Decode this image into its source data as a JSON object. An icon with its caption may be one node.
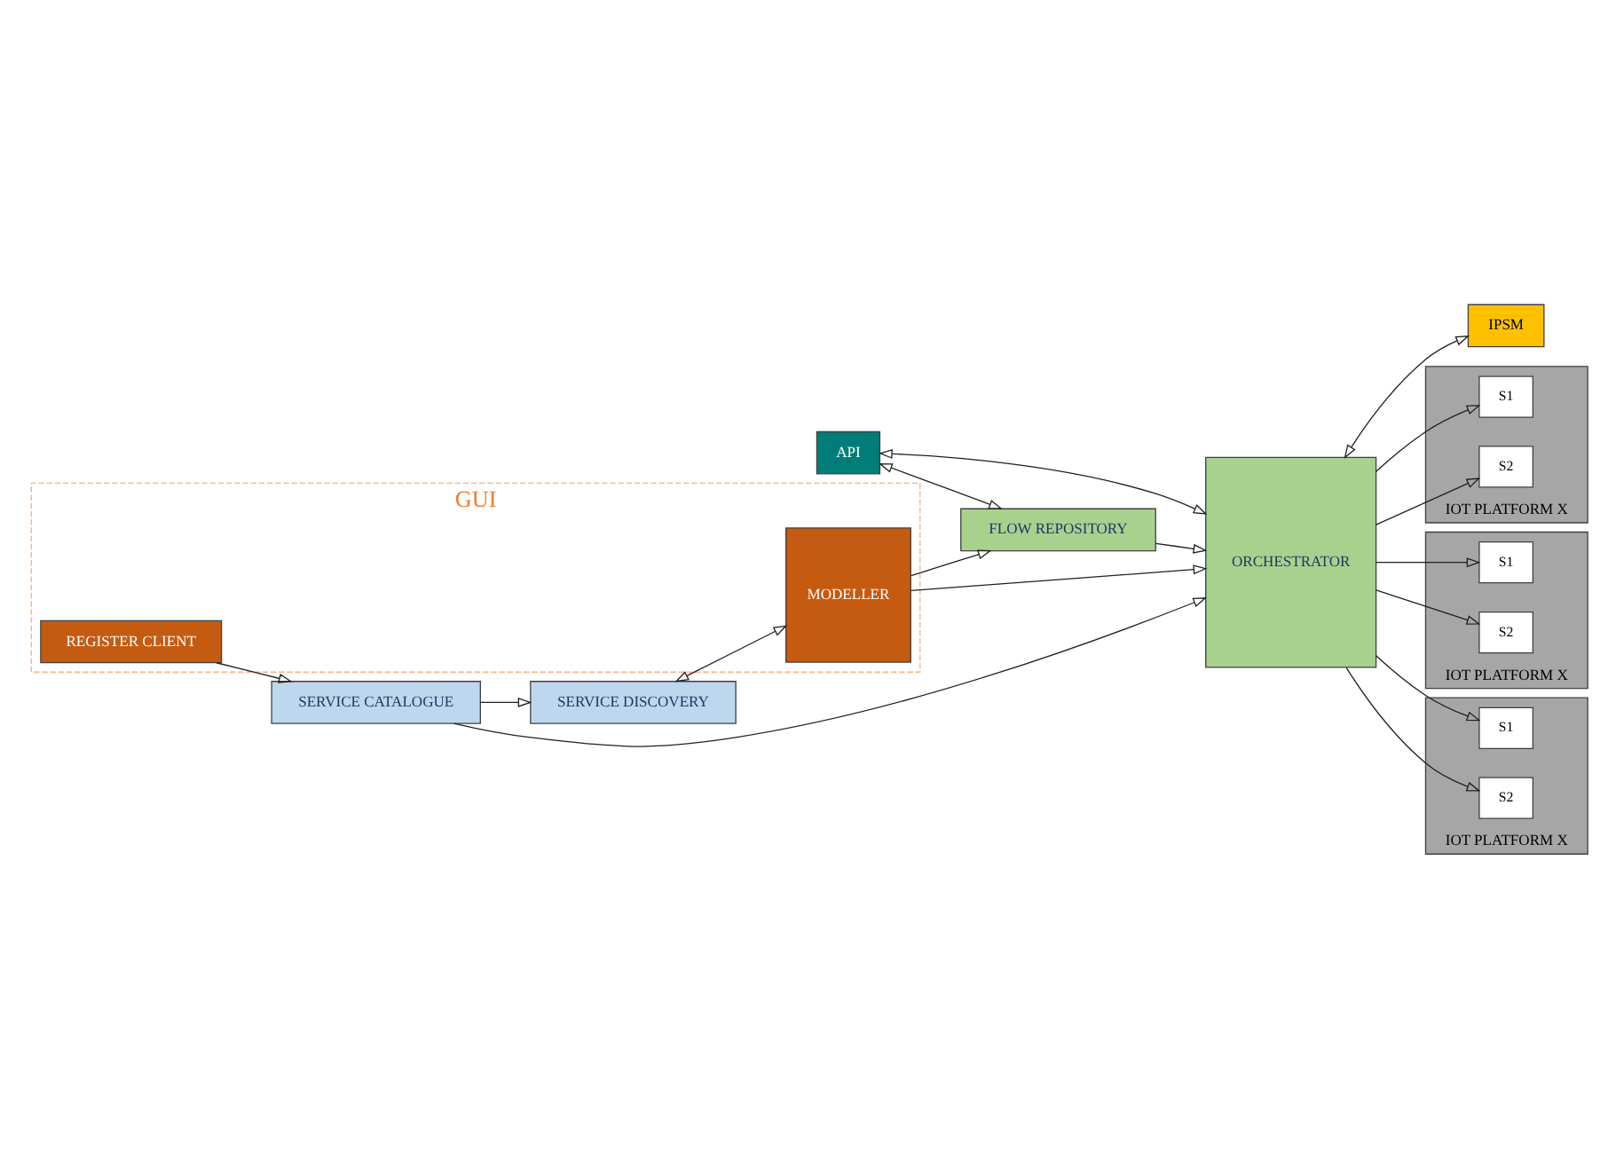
{
  "diagram": {
    "nodes": [
      {
        "text": [
          "API"
        ]
      },
      {
        "text": [
          "GUI"
        ]
      },
      {
        "text": [
          "MODELLER"
        ],
        "in": 1
      },
      {
        "text": [
          "REGISTER CLIENT"
        ],
        "in": 1
      },
      {
        "text": [
          "SERVICE DISCOVERY"
        ]
      },
      {
        "text": [
          "SERVICE CATALOGUE"
        ]
      },
      {
        "text": [
          "FLOW REPOSITORY"
        ]
      },
      {
        "text": [
          "ORCHESTRATOR"
        ]
      },
      {
        "text": [
          "IPSM"
        ]
      },
      {
        "text": [
          "IOT PLATFORM X"
        ]
      },
      {
        "text": [
          "S1"
        ],
        "in": 9
      },
      {
        "text": [
          "S2"
        ],
        "in": 9
      },
      {
        "text": [
          "IOT PLATFORM X"
        ]
      },
      {
        "text": [
          "S1"
        ],
        "in": 12
      },
      {
        "text": [
          "S2"
        ],
        "in": 12
      },
      {
        "text": [
          "IOT PLATFORM X"
        ]
      },
      {
        "text": [
          "S1"
        ],
        "in": 15
      },
      {
        "text": [
          "S2"
        ],
        "in": 15
      }
    ],
    "edges": [
      {
        "from": 0,
        "to": 6,
        "arrow": "both"
      },
      {
        "from": 0,
        "to": 7,
        "arrow": "both"
      },
      {
        "from": 4,
        "to": 2,
        "arrow": "both"
      },
      {
        "from": 5,
        "to": 4,
        "arrow": "to"
      },
      {
        "from": 2,
        "to": 6,
        "arrow": "to"
      },
      {
        "from": 6,
        "to": 7,
        "arrow": "to"
      },
      {
        "from": 2,
        "to": 7,
        "arrow": "to"
      },
      {
        "from": 5,
        "to": 7,
        "arrow": "to"
      },
      {
        "from": 3,
        "to": 5,
        "arrow": "to"
      },
      {
        "from": 7,
        "to": 8,
        "arrow": "both"
      },
      {
        "from": 7,
        "to": 10,
        "arrow": "to"
      },
      {
        "from": 7,
        "to": 11,
        "arrow": "to"
      },
      {
        "from": 7,
        "to": 13,
        "arrow": "to"
      },
      {
        "from": 7,
        "to": 14,
        "arrow": "to"
      },
      {
        "from": 7,
        "to": 16,
        "arrow": "to"
      },
      {
        "from": 7,
        "to": 17,
        "arrow": "to"
      }
    ]
  }
}
